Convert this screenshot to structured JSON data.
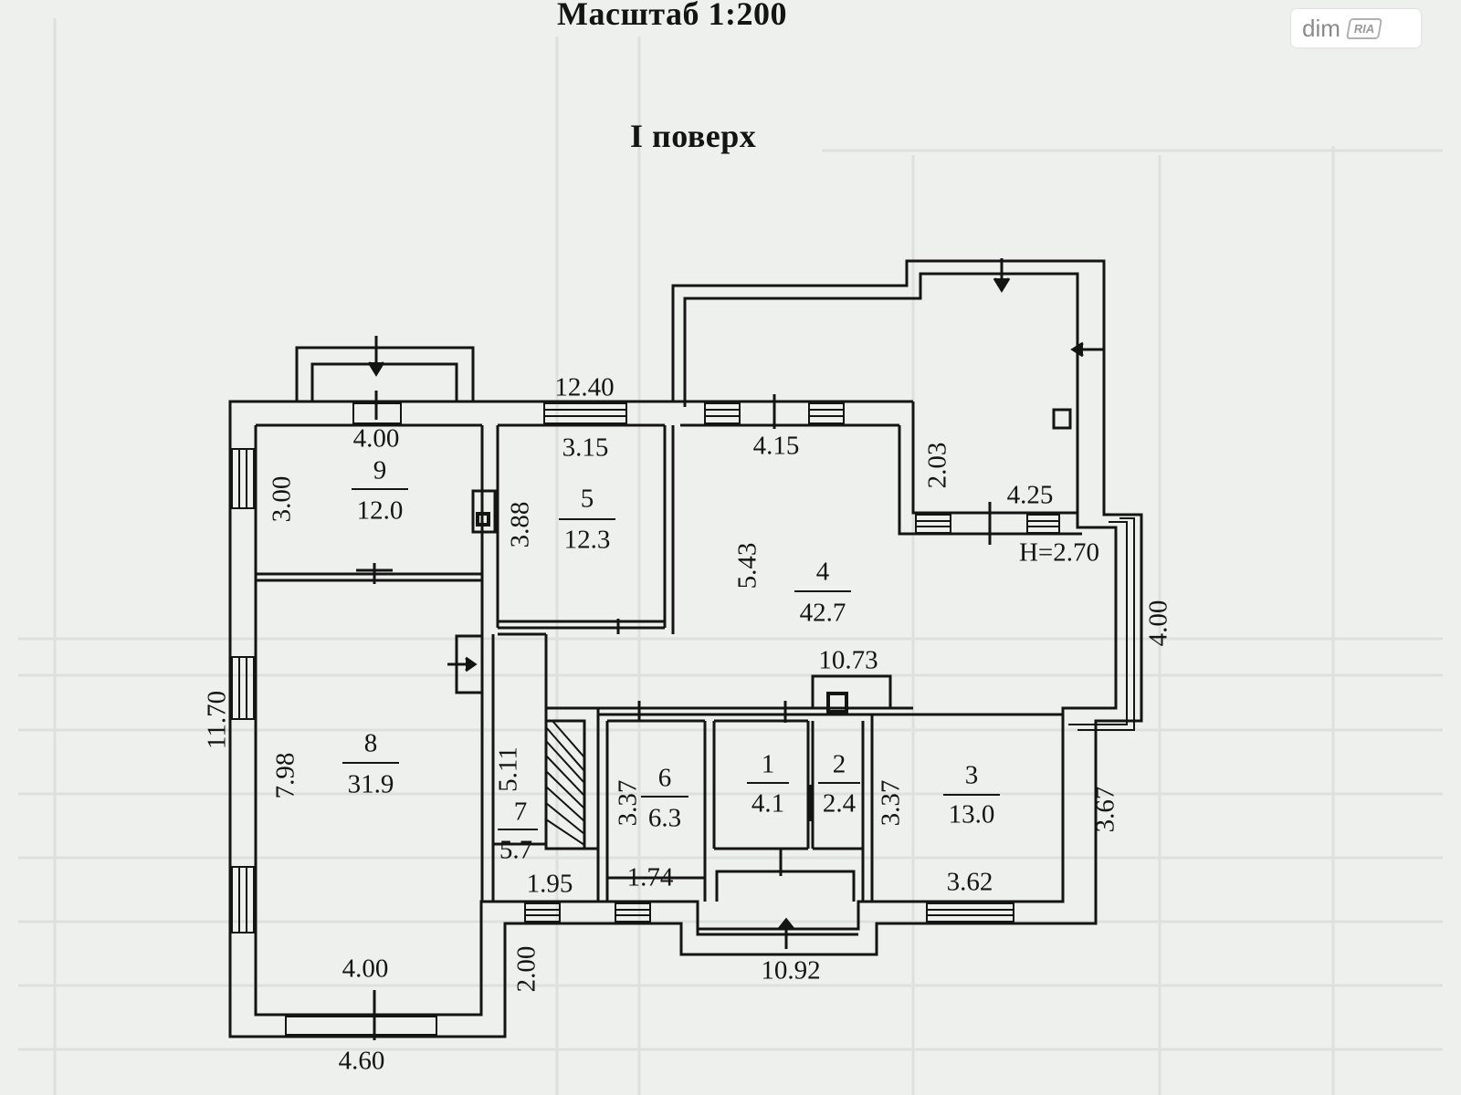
{
  "titles": {
    "scale": "Масштаб 1:200",
    "floor": "I поверх"
  },
  "watermark": {
    "text": "dim",
    "badge": "RIA"
  },
  "rooms": [
    {
      "id": "9",
      "number": "9",
      "area": "12.0"
    },
    {
      "id": "5",
      "number": "5",
      "area": "12.3"
    },
    {
      "id": "4",
      "number": "4",
      "area": "42.7"
    },
    {
      "id": "8",
      "number": "8",
      "area": "31.9"
    },
    {
      "id": "7",
      "number": "7",
      "area": "5.7"
    },
    {
      "id": "6",
      "number": "6",
      "area": "6.3"
    },
    {
      "id": "1",
      "number": "1",
      "area": "4.1"
    },
    {
      "id": "2",
      "number": "2",
      "area": "2.4"
    },
    {
      "id": "3",
      "number": "3",
      "area": "13.0"
    }
  ],
  "dimensions": {
    "d_12_40": "12.40",
    "d_4_00_top": "4.00",
    "d_3_15": "3.15",
    "d_4_15": "4.15",
    "d_2_03": "2.03",
    "d_4_25": "4.25",
    "ceiling_height": "H=2.70",
    "d_3_00": "3.00",
    "d_3_88": "3.88",
    "d_5_43": "5.43",
    "d_4_00_right": "4.00",
    "d_10_73": "10.73",
    "d_11_70": "11.70",
    "d_7_98": "7.98",
    "d_5_11": "5.11",
    "d_3_37_left": "3.37",
    "d_3_37_right": "3.37",
    "d_3_67": "3.67",
    "d_1_95": "1.95",
    "d_1_74": "1.74",
    "d_3_62": "3.62",
    "d_10_92": "10.92",
    "d_2_00": "2.00",
    "d_4_00_bottom": "4.00",
    "d_4_60": "4.60"
  },
  "colors": {
    "paper": "#eef0ee",
    "ink": "#141414"
  }
}
